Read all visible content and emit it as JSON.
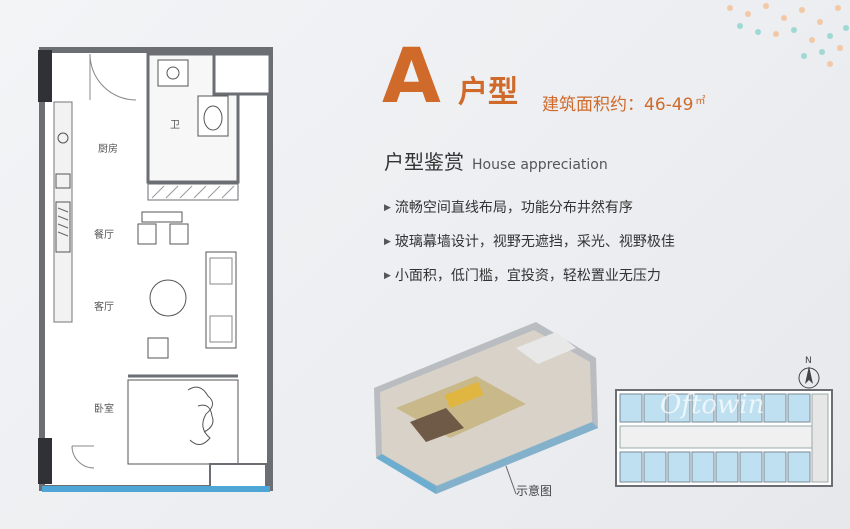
{
  "header": {
    "type_letter": "A",
    "type_word": "户型",
    "area_label": "建筑面积约：46-49",
    "area_unit": "㎡"
  },
  "appreciation": {
    "title_cn": "户型鉴赏",
    "title_en": "House appreciation"
  },
  "features": [
    "流畅空间直线布局，功能分布井然有序",
    "玻璃幕墙设计，视野无遮挡，采光、视野极佳",
    "小面积，低门槛，宜投资，轻松置业无压力"
  ],
  "bullet_glyph": "▶",
  "floorplan_labels": {
    "bathroom": "卫",
    "kitchen": "厨房",
    "dining": "餐厅",
    "living": "客厅",
    "bedroom": "卧室"
  },
  "render_caption": "示意图",
  "compass_label": "N",
  "watermark": "Oftowin",
  "colors": {
    "accent": "#cf6a2a",
    "wall": "#6b6e73",
    "glass": "#4da6d6",
    "text": "#333333"
  }
}
